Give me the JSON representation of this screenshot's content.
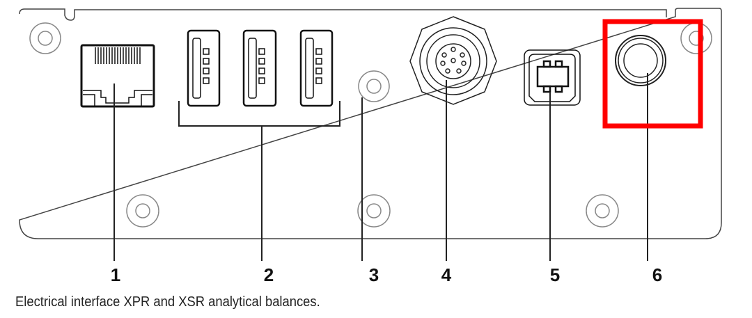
{
  "callouts": [
    {
      "number": "1",
      "part": "ethernet-port"
    },
    {
      "number": "2",
      "part": "usb-a-ports"
    },
    {
      "number": "3",
      "part": "screw"
    },
    {
      "number": "4",
      "part": "round-connector"
    },
    {
      "number": "5",
      "part": "usb-b-port"
    },
    {
      "number": "6",
      "part": "round-socket"
    }
  ],
  "caption": "Electrical interface XPR and XSR analytical balances.",
  "highlight": {
    "target": "6",
    "color": "#ff0000"
  }
}
